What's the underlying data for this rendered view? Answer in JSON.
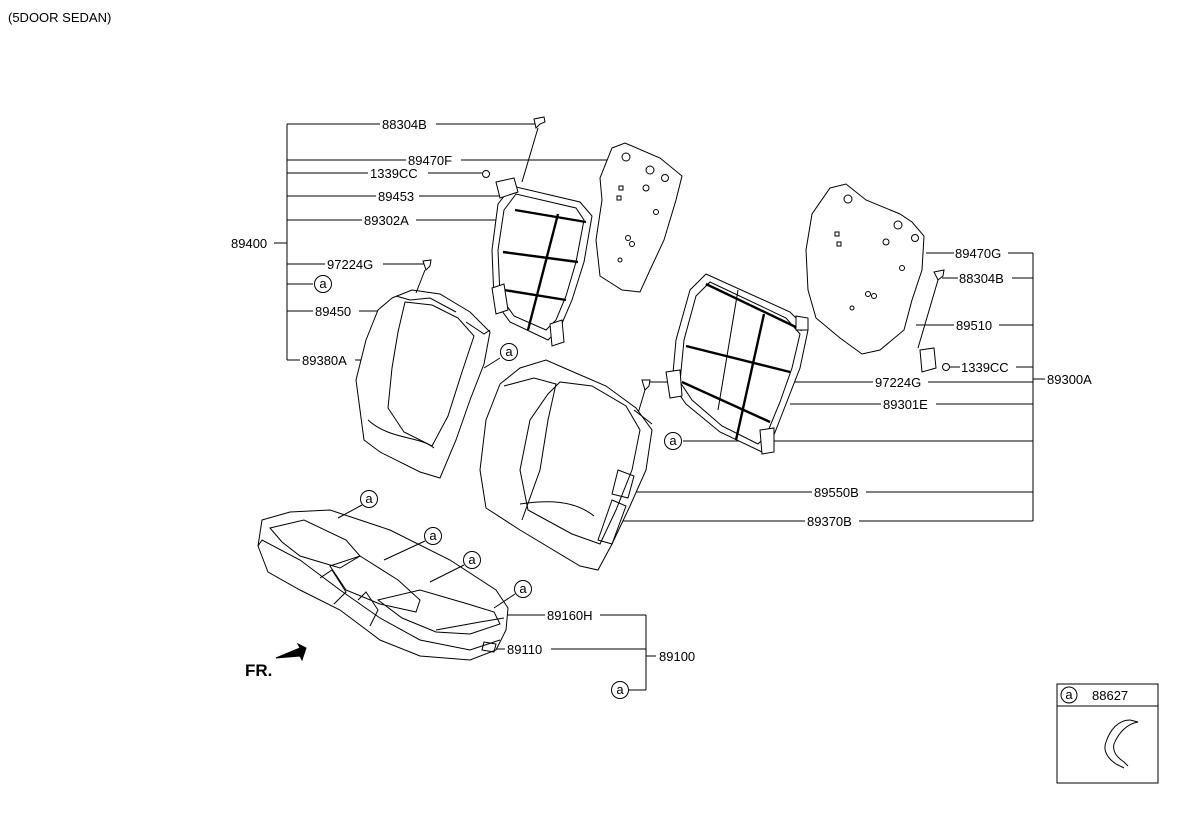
{
  "caption": "(5DOOR SEDAN)",
  "ref_symbol": "a",
  "front_label": "FR.",
  "groups": {
    "left_backrest": "89400",
    "right_backrest": "89300A",
    "cushion": "89100"
  },
  "left_parts": {
    "p88304B": "88304B",
    "p89470F": "89470F",
    "p1339CC": "1339CC",
    "p89453": "89453",
    "p89302A": "89302A",
    "p97224G": "97224G",
    "p89450": "89450",
    "p89380A": "89380A"
  },
  "right_parts": {
    "p89470G": "89470G",
    "p88304B": "88304B",
    "p89510": "89510",
    "p1339CC": "1339CC",
    "p97224G": "97224G",
    "p89301E": "89301E",
    "p89550B": "89550B",
    "p89370B": "89370B"
  },
  "cushion_parts": {
    "p89160H": "89160H",
    "p89110": "89110"
  },
  "legend": {
    "symbol": "a",
    "part": "88627"
  }
}
